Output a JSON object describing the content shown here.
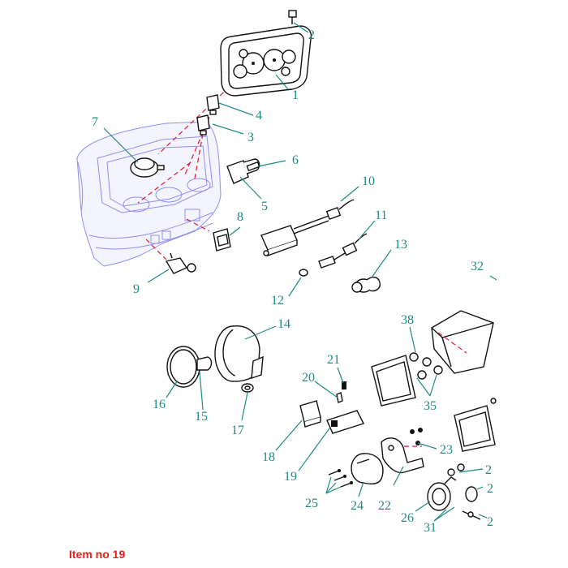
{
  "callouts": {
    "c1": "1",
    "c2": "2",
    "c3": "3",
    "c4": "4",
    "c5": "5",
    "c6": "6",
    "c7": "7",
    "c8": "8",
    "c9": "9",
    "c10": "10",
    "c11": "11",
    "c12": "12",
    "c13": "13",
    "c14": "14",
    "c15": "15",
    "c16": "16",
    "c17": "17",
    "c18": "18",
    "c19": "19",
    "c20": "20",
    "c21": "21",
    "c22": "22",
    "c23": "23",
    "c24": "24",
    "c25": "25",
    "c26": "26",
    "c31": "31",
    "c32": "32",
    "c35": "35",
    "c38": "38",
    "c2r1": "2",
    "c2r2": "2",
    "c2r3": "2"
  },
  "item_label": "Item no 19",
  "colors": {
    "callout": "#1d8a84",
    "ghost": "#8e8ef0",
    "dash": "#e0192a",
    "label": "#e8201c"
  }
}
